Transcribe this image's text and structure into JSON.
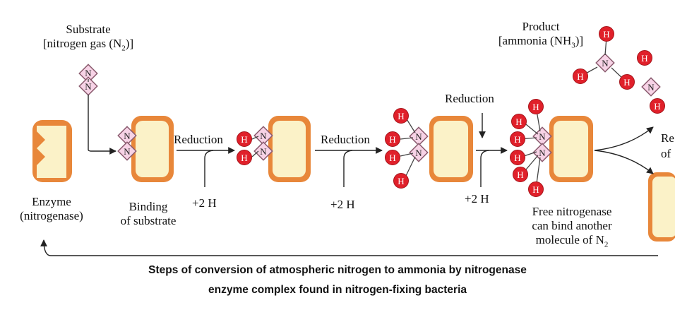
{
  "substrate": {
    "title": "Substrate",
    "detail": "[nitrogen gas (N",
    "sub": "2",
    "close": ")]"
  },
  "product": {
    "title": "Product",
    "detail": "[ammonia (NH",
    "sub": "3",
    "close": ")]"
  },
  "enzyme": {
    "line1": "Enzyme",
    "line2": "(nitrogenase)"
  },
  "binding": {
    "line1": "Binding",
    "line2": "of substrate"
  },
  "reduction_label": "Reduction",
  "plus_h_label": "+2 H",
  "free": {
    "line1": "Free nitrogenase",
    "line2": "can bind another",
    "line3": "molecule of N",
    "sub": "2"
  },
  "clip_label_1": "Re",
  "clip_label_2": "of",
  "atom_h": "H",
  "atom_n": "N",
  "caption_line1": "Steps of conversion of atmospheric nitrogen to ammonia by nitrogenase",
  "caption_line2": "enzyme complex found in nitrogen-fixing bacteria",
  "colors": {
    "enzyme_fill": "#fbf2c8",
    "enzyme_border": "#e8873a",
    "hydrogen": "#e0202a",
    "nitrogen_fill": "#f7d3e6",
    "arrow": "#222222"
  }
}
